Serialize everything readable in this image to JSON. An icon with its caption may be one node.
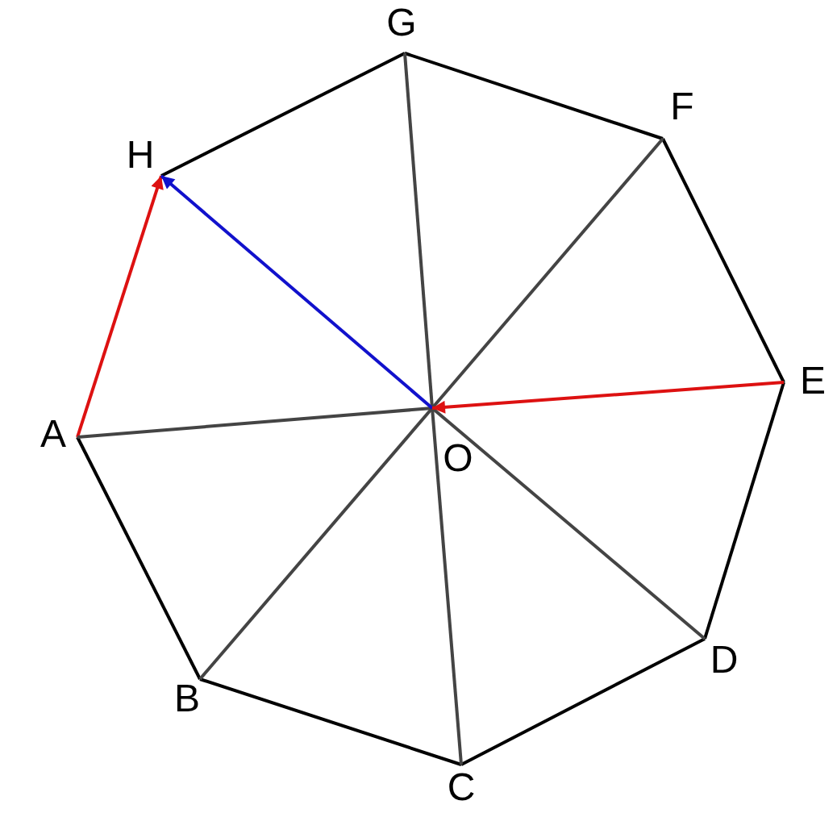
{
  "diagram": {
    "nodes": [
      {
        "text": [
          "A"
        ]
      },
      {
        "text": [
          "B"
        ]
      },
      {
        "text": [
          "C"
        ]
      },
      {
        "text": [
          "D"
        ]
      },
      {
        "text": [
          "E"
        ]
      },
      {
        "text": [
          "F"
        ]
      },
      {
        "text": [
          "G"
        ]
      },
      {
        "text": [
          "H"
        ]
      },
      {
        "text": [
          "O"
        ]
      }
    ],
    "edges": [
      {
        "from": 0,
        "to": 1,
        "arrow": "none"
      },
      {
        "from": 1,
        "to": 2,
        "arrow": "none"
      },
      {
        "from": 2,
        "to": 3,
        "arrow": "none"
      },
      {
        "from": 3,
        "to": 4,
        "arrow": "none"
      },
      {
        "from": 4,
        "to": 5,
        "arrow": "none"
      },
      {
        "from": 5,
        "to": 6,
        "arrow": "none"
      },
      {
        "from": 6,
        "to": 7,
        "arrow": "none"
      },
      {
        "from": 0,
        "to": 7,
        "arrow": "to",
        "color": "#dd1111"
      },
      {
        "from": 8,
        "to": 0,
        "arrow": "none",
        "color": "#444444"
      },
      {
        "from": 8,
        "to": 1,
        "arrow": "none",
        "color": "#444444"
      },
      {
        "from": 8,
        "to": 2,
        "arrow": "none",
        "color": "#444444"
      },
      {
        "from": 8,
        "to": 3,
        "arrow": "none",
        "color": "#444444"
      },
      {
        "from": 8,
        "to": 5,
        "arrow": "none",
        "color": "#444444"
      },
      {
        "from": 8,
        "to": 6,
        "arrow": "none",
        "color": "#444444"
      },
      {
        "from": 8,
        "to": 7,
        "arrow": "to",
        "color": "#1111cc"
      },
      {
        "from": 4,
        "to": 8,
        "arrow": "to",
        "color": "#dd1111"
      }
    ]
  }
}
